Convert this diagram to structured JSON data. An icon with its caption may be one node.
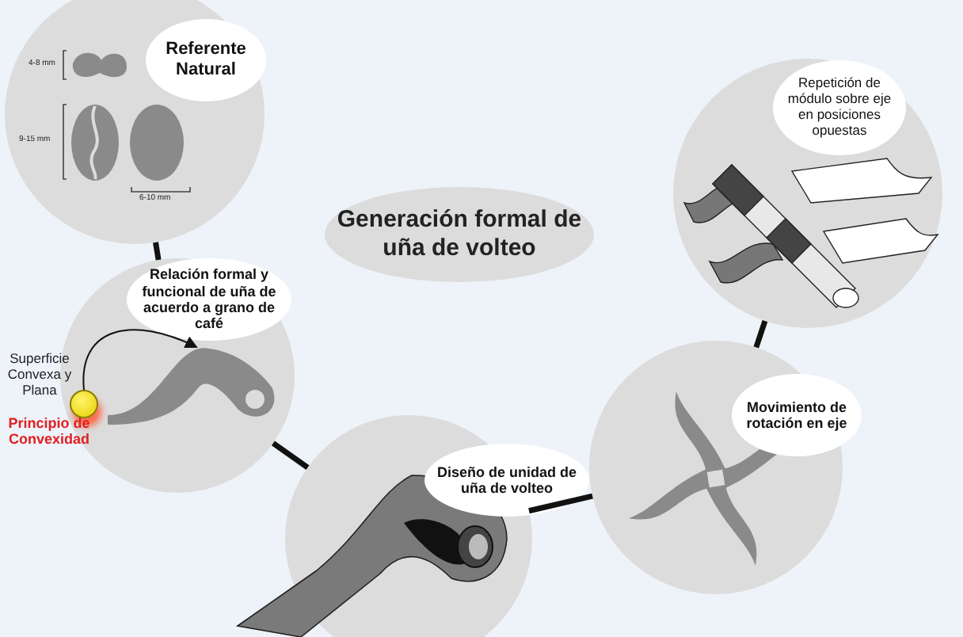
{
  "diagram": {
    "title": "Generación formal de uña de volteo",
    "nodes": [
      {
        "text": [
          "Referente Natural"
        ]
      },
      {
        "text": [
          "Relación formal y funcional de uña de acuerdo a grano de café"
        ]
      },
      {
        "text": [],
        "shape": "circle",
        "in": 1
      },
      {
        "text": [],
        "shape": "picture",
        "in": 1
      },
      {
        "text": [
          "Diseño de unidad de uña de volteo"
        ]
      },
      {
        "text": [
          "Movimiento de rotación en eje"
        ]
      },
      {
        "text": [
          "Repetición de módulo sobre eje en posiciones opuestas"
        ]
      }
    ],
    "edges": [
      {
        "from": 0,
        "to": 1,
        "arrow": "none"
      },
      {
        "from": 1,
        "to": 4,
        "arrow": "none"
      },
      {
        "from": 4,
        "to": 5,
        "arrow": "none"
      },
      {
        "from": 5,
        "to": 6,
        "arrow": "none"
      },
      {
        "from": 2,
        "to": 3,
        "arrow": "to"
      }
    ],
    "labels": [
      "4-8 mm",
      "9-15 mm",
      "6-10 mm",
      "Superficie Convexa y Plana",
      "Principio de Convexidad"
    ]
  }
}
